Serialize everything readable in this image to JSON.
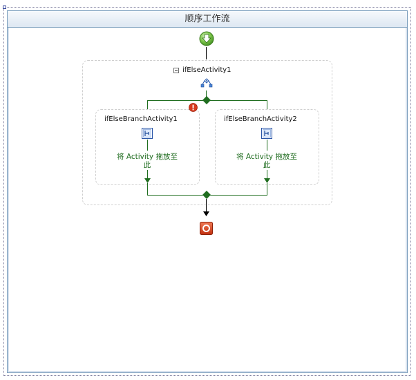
{
  "workflow": {
    "title": "顺序工作流"
  },
  "ifelse": {
    "name": "ifElseActivity1",
    "branches": [
      {
        "name": "ifElseBranchActivity1",
        "drop_text_line1": "将 Activity 拖放至",
        "drop_text_line2": "此",
        "has_error": true
      },
      {
        "name": "ifElseBranchActivity2",
        "drop_text_line1": "将 Activity 拖放至",
        "drop_text_line2": "此",
        "has_error": false
      }
    ]
  },
  "icons": {
    "start": "start-down-arrow-icon",
    "ifelse": "ifelse-activity-icon",
    "branch": "branch-activity-icon",
    "error": "error-exclamation-icon",
    "end": "end-stop-icon"
  },
  "colors": {
    "connector_green": "#1f6d1f",
    "start_green": "#6cbf3a",
    "end_red": "#d9391b",
    "error_red": "#d63a1e"
  }
}
